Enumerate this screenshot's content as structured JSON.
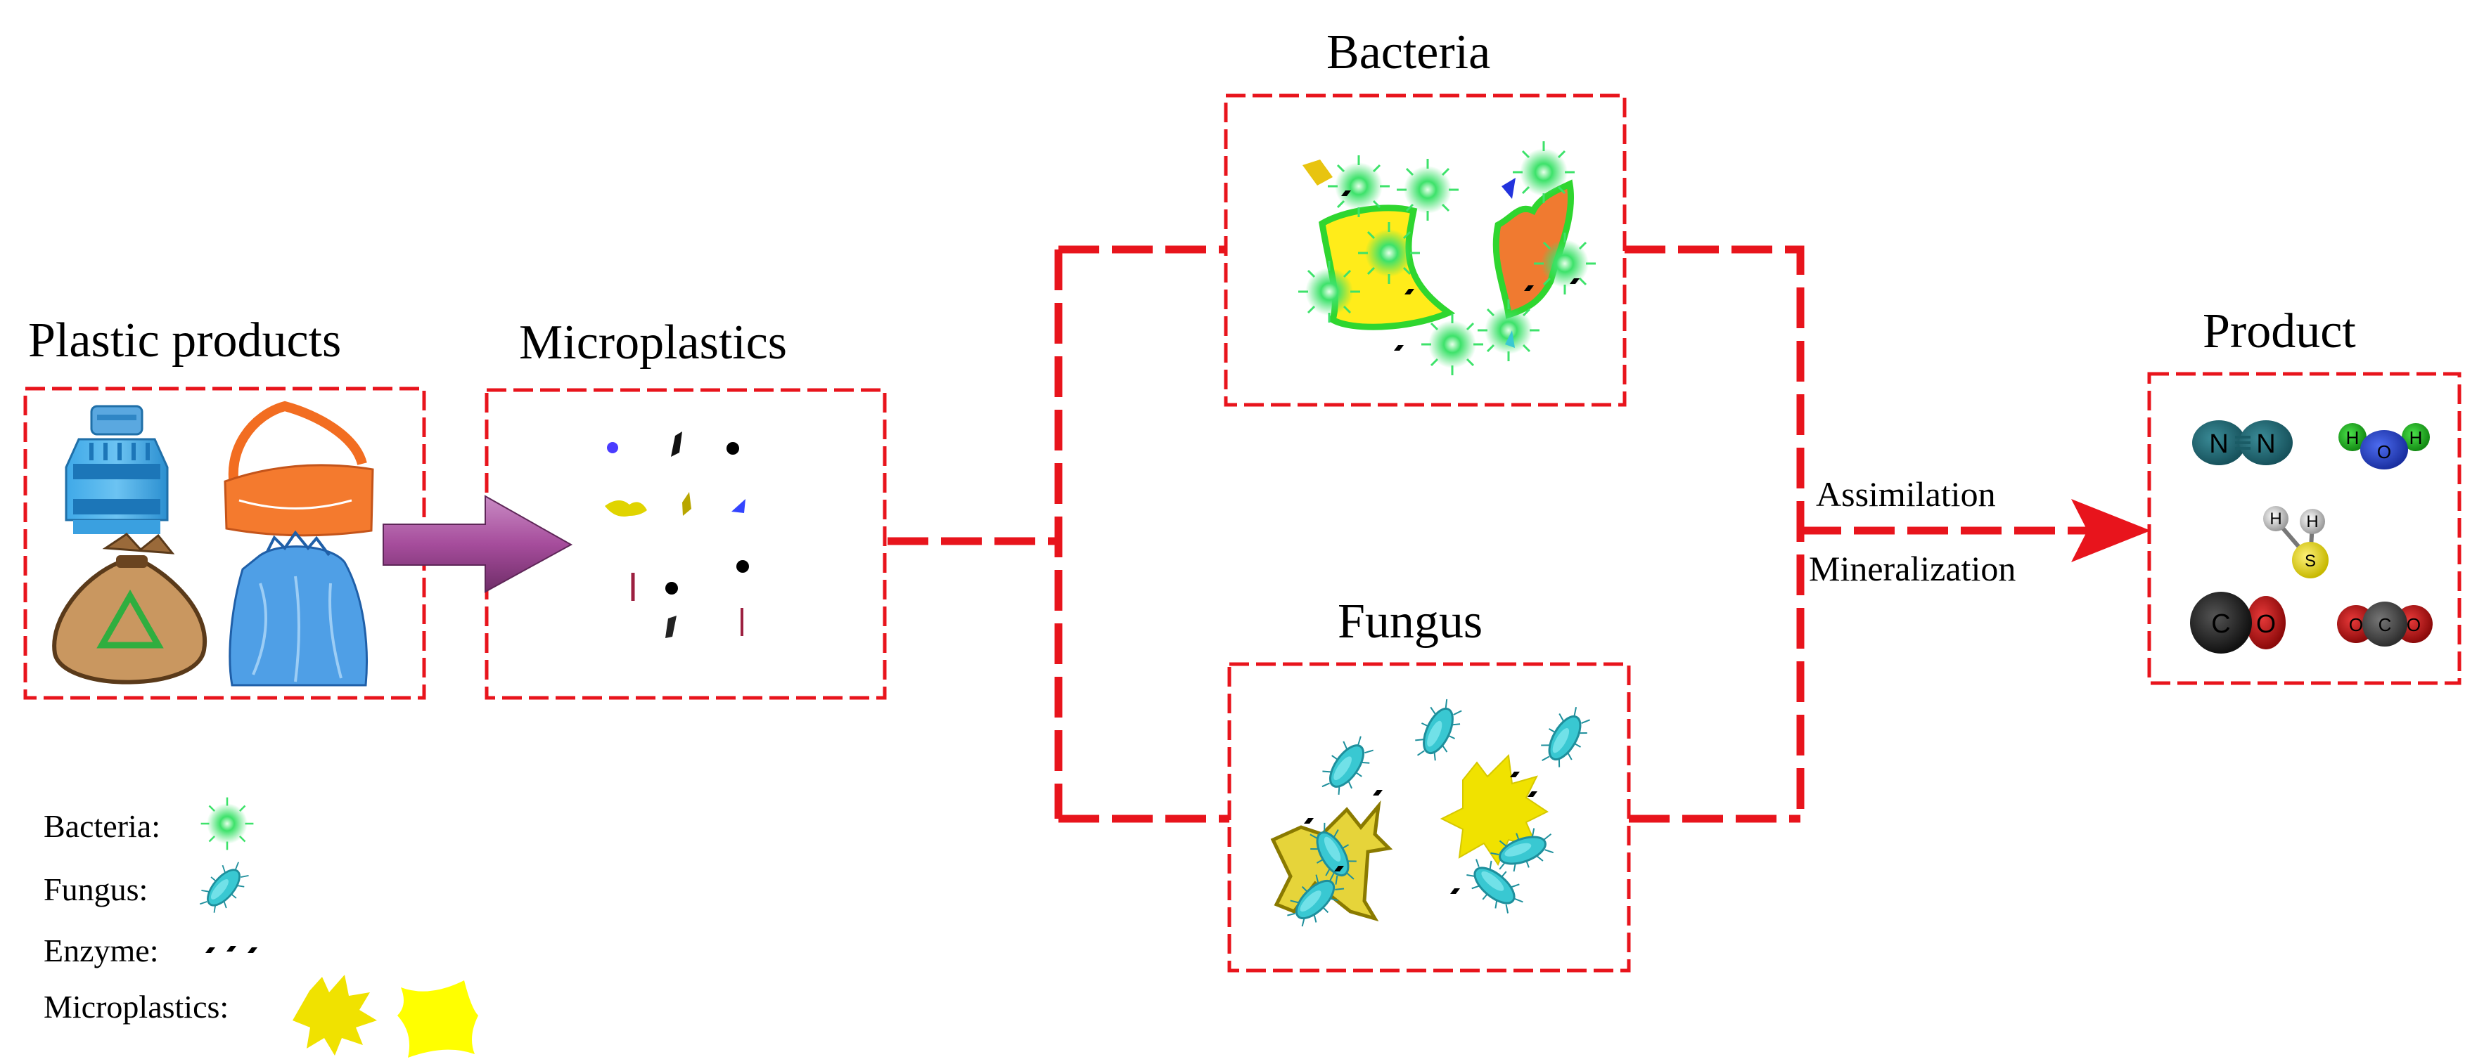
{
  "stages": {
    "plastic_products": {
      "label": "Plastic products"
    },
    "microplastics": {
      "label": "Microplastics"
    },
    "bacteria": {
      "label": "Bacteria"
    },
    "fungus": {
      "label": "Fungus"
    },
    "product": {
      "label": "Product"
    }
  },
  "process": {
    "assimilation": "Assimilation",
    "mineralization": "Mineralization"
  },
  "molecules": [
    {
      "name": "N2",
      "atoms": [
        "N",
        "N"
      ]
    },
    {
      "name": "H2O",
      "atoms": [
        "H",
        "O",
        "H"
      ]
    },
    {
      "name": "H2S",
      "atoms": [
        "H",
        "S",
        "H"
      ]
    },
    {
      "name": "CO",
      "atoms": [
        "C",
        "O"
      ]
    },
    {
      "name": "CO2",
      "atoms": [
        "O",
        "C",
        "O"
      ]
    }
  ],
  "legend": {
    "bacteria": "Bacteria:",
    "fungus": "Fungus:",
    "enzyme": "Enzyme:",
    "microplastics": "Microplastics:"
  },
  "colors": {
    "dashed_line": "#e8141c",
    "arrow_purple": "#a64d9c",
    "bacteria_green": "#3de26a",
    "fungus_cyan": "#39c8d2",
    "microplastic_yellow": "#f2e600"
  }
}
